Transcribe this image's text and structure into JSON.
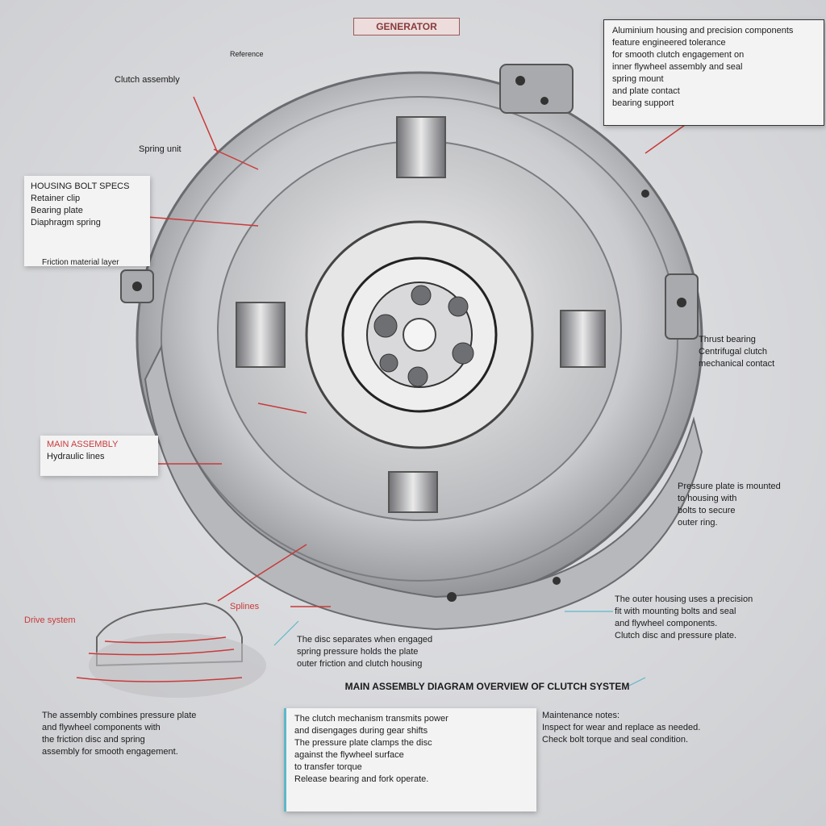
{
  "title_tag": "GENERATOR",
  "top_small_label": "Reference",
  "top_right_box": {
    "lines": [
      "Aluminium housing and precision components",
      "feature engineered tolerance",
      "for smooth clutch engagement on",
      "inner flywheel assembly and seal",
      "spring mount",
      "and plate contact",
      "bearing support"
    ]
  },
  "left_labels": [
    {
      "text": "Clutch assembly",
      "color": "dark"
    },
    {
      "text": "Spring unit",
      "color": "dark"
    }
  ],
  "left_box": {
    "lines": [
      "HOUSING BOLT SPECS",
      "Retainer clip",
      "Bearing plate",
      "Diaphragm spring"
    ]
  },
  "left_box_caption": "Friction material layer",
  "mid_left_box": {
    "title": "MAIN ASSEMBLY",
    "sub": "Hydraulic lines"
  },
  "right_label_1": {
    "lines": [
      "Thrust bearing",
      "Centrifugal clutch",
      "mechanical contact"
    ]
  },
  "right_label_2": {
    "lines": [
      "Pressure plate is mounted",
      "to housing with",
      "bolts to secure",
      "outer ring."
    ]
  },
  "right_label_3": {
    "lines": [
      "The outer housing uses a precision",
      "fit with mounting bolts and seal",
      "and flywheel components.",
      "Clutch disc and pressure plate."
    ]
  },
  "lower_left_red_label": "Drive system",
  "lower_mid_red_label": "Splines",
  "center_caption": {
    "lines": [
      "The disc separates when engaged",
      "spring pressure holds the plate",
      "outer friction and clutch housing"
    ]
  },
  "banner": "MAIN ASSEMBLY DIAGRAM OVERVIEW OF CLUTCH SYSTEM",
  "bottom_left_para": {
    "lines": [
      "The assembly combines pressure plate",
      "and flywheel components with",
      "the friction disc and spring",
      "assembly for smooth engagement."
    ]
  },
  "bottom_center_box": {
    "lines": [
      "The clutch mechanism transmits power",
      "and disengages during gear shifts",
      "The pressure plate clamps the disc",
      "against the flywheel surface",
      "to transfer torque",
      "Release bearing and fork operate."
    ]
  },
  "bottom_right_para": {
    "lines": [
      "Maintenance notes:",
      "Inspect for wear and replace as needed.",
      "Check bolt torque and seal condition."
    ]
  },
  "colors": {
    "accent_red": "#c83a3a",
    "accent_cyan": "#5fb7c9",
    "metal_light": "#e9e9eb",
    "metal_dark": "#8a8b8f"
  }
}
